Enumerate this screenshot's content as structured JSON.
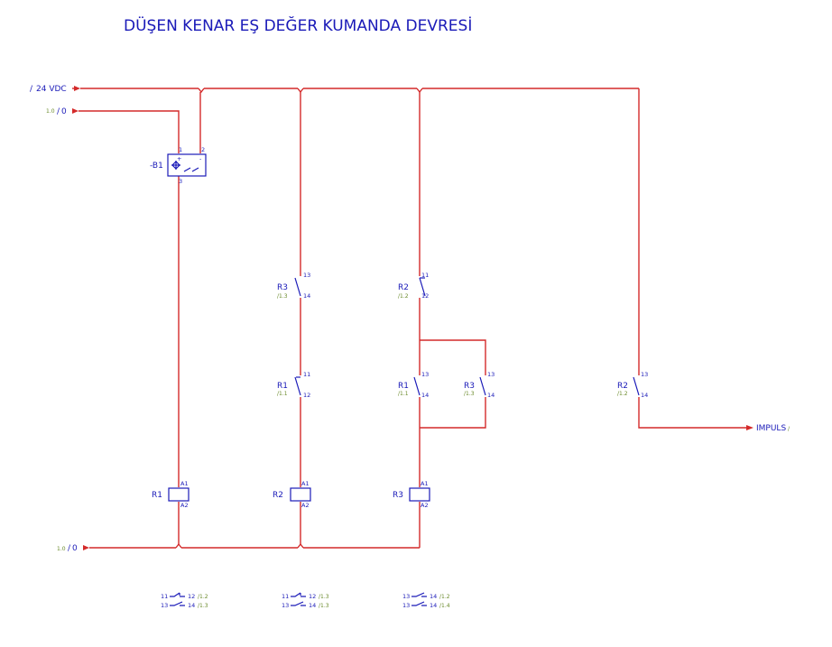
{
  "title": "DÜŞEN KENAR EŞ DEĞER KUMANDA DEVRESİ",
  "colors": {
    "wire": "#d42a2a",
    "symbol": "#1a1ab8",
    "reference": "#6a8a2a"
  },
  "terminals": {
    "supply": {
      "ref": "/",
      "label": "24 VDC"
    },
    "zero_top": {
      "ref": "1.0",
      "slash": "/",
      "label": "0"
    },
    "zero_bottom": {
      "ref": "1.0",
      "slash": "/",
      "label": "0"
    },
    "output": {
      "label": "IMPULS",
      "ref": "/"
    }
  },
  "sensor": {
    "label": "-B1",
    "pin1": "1",
    "pin2": "2",
    "pin3": "3"
  },
  "contacts": [
    {
      "id": "c1",
      "name": "R3",
      "ref": "/1.3",
      "pin_top": "13",
      "pin_bottom": "14"
    },
    {
      "id": "c2",
      "name": "R1",
      "ref": "/1.1",
      "pin_top": "11",
      "pin_bottom": "12"
    },
    {
      "id": "c3",
      "name": "R2",
      "ref": "/1.2",
      "pin_top": "11",
      "pin_bottom": "12"
    },
    {
      "id": "c4",
      "name": "R1",
      "ref": "/1.1",
      "pin_top": "13",
      "pin_bottom": "14"
    },
    {
      "id": "c5",
      "name": "R3",
      "ref": "/1.3",
      "pin_top": "13",
      "pin_bottom": "14"
    },
    {
      "id": "c6",
      "name": "R2",
      "ref": "/1.2",
      "pin_top": "13",
      "pin_bottom": "14"
    }
  ],
  "coils": [
    {
      "name": "R1",
      "a1": "A1",
      "a2": "A2"
    },
    {
      "name": "R2",
      "a1": "A1",
      "a2": "A2"
    },
    {
      "name": "R3",
      "a1": "A1",
      "a2": "A2"
    }
  ],
  "cross_refs": [
    {
      "rows": [
        {
          "p1": "11",
          "p2": "12",
          "ref": "/1.2"
        },
        {
          "p1": "13",
          "p2": "14",
          "ref": "/1.3"
        }
      ]
    },
    {
      "rows": [
        {
          "p1": "11",
          "p2": "12",
          "ref": "/1.3"
        },
        {
          "p1": "13",
          "p2": "14",
          "ref": "/1.3"
        }
      ]
    },
    {
      "rows": [
        {
          "p1": "13",
          "p2": "14",
          "ref": "/1.2"
        },
        {
          "p1": "13",
          "p2": "14",
          "ref": "/1.4"
        }
      ]
    }
  ]
}
